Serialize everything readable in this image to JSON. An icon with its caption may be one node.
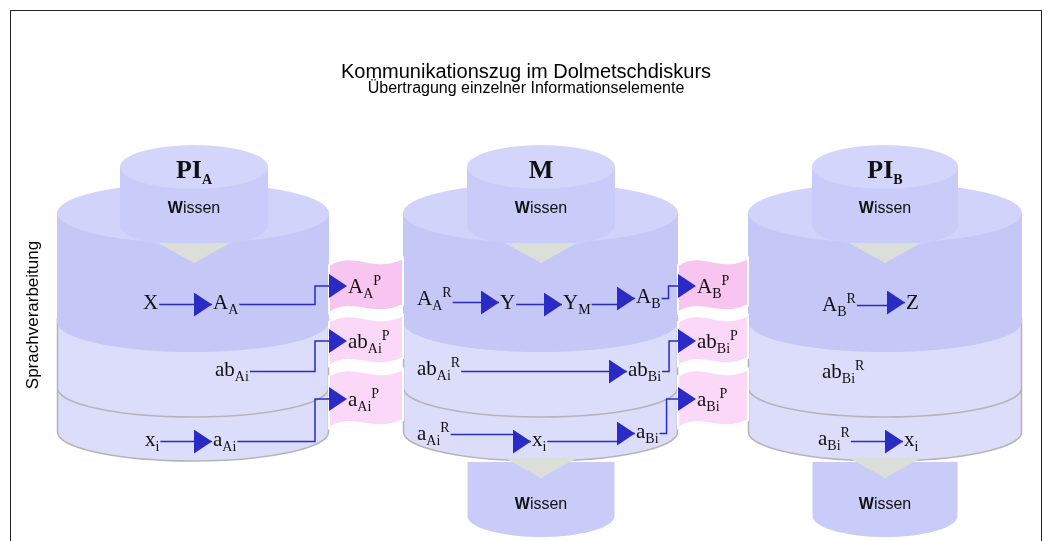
{
  "diagram": {
    "title": "Kommunikationszug im Dolmetschdiskurs",
    "nodes": [
      {
        "text": [
          "PI$_{A}$",
          "**W**issen"
        ]
      },
      {
        "text": [],
        "shape": "cylinder"
      },
      {
        "text": [
          "X"
        ],
        "in": 1
      },
      {
        "text": [
          "A$_{A}$"
        ],
        "in": 1
      },
      {
        "text": [],
        "shape": "cylinder"
      },
      {
        "text": [
          "ab$_{Ai}$"
        ],
        "in": 4
      },
      {
        "text": [],
        "shape": "cylinder"
      },
      {
        "text": [
          "x$_{i}$"
        ],
        "in": 6
      },
      {
        "text": [
          "a$_{Ai}$"
        ],
        "in": 6
      },
      {
        "text": [
          "A$_{A}$$^{P}$"
        ]
      },
      {
        "text": [
          "ab$_{Ai}$$^{P}$"
        ]
      },
      {
        "text": [
          "a$_{Ai}$$^{P}$"
        ]
      },
      {
        "text": [
          "M",
          "**W**issen"
        ]
      },
      {
        "text": [],
        "shape": "cylinder"
      },
      {
        "text": [
          "A$_{A}$$^{R}$"
        ],
        "in": 13
      },
      {
        "text": [
          "Y"
        ],
        "in": 13
      },
      {
        "text": [
          "Y$_{M}$"
        ],
        "in": 13
      },
      {
        "text": [
          "A$_{B}$"
        ],
        "in": 13
      },
      {
        "text": [],
        "shape": "cylinder"
      },
      {
        "text": [
          "ab$_{Ai}$$^{R}$"
        ],
        "in": 18
      },
      {
        "text": [
          "ab$_{Bi}$"
        ],
        "in": 18
      },
      {
        "text": [],
        "shape": "cylinder"
      },
      {
        "text": [
          "a$_{Ai}$$^{R}$"
        ],
        "in": 21
      },
      {
        "text": [
          "x$_{i}$"
        ],
        "in": 21
      },
      {
        "text": [
          "a$_{Bi}$"
        ],
        "in": 21
      },
      {
        "text": [
          "**W**issen"
        ]
      },
      {
        "text": [
          "A$_{B}$$^{P}$"
        ]
      },
      {
        "text": [
          "ab$_{Bi}$$^{P}$"
        ]
      },
      {
        "text": [
          "a$_{Bi}$$^{P}$"
        ]
      },
      {
        "text": [
          "PI$_{B}$",
          "**W**issen"
        ]
      },
      {
        "text": [],
        "shape": "cylinder"
      },
      {
        "text": [
          "A$_{B}$$^{R}$"
        ],
        "in": 30
      },
      {
        "text": [
          "Z"
        ],
        "in": 30
      },
      {
        "text": [],
        "shape": "cylinder"
      },
      {
        "text": [
          "ab$_{Bi}$$^{R}$"
        ],
        "in": 33
      },
      {
        "text": [],
        "shape": "cylinder"
      },
      {
        "text": [
          "a$_{Bi}$$^{R}$"
        ],
        "in": 35
      },
      {
        "text": [
          "x$_{i}$"
        ],
        "in": 35
      },
      {
        "text": [
          "**W**issen"
        ]
      }
    ],
    "edges": [
      {
        "from": 0,
        "to": 1,
        "arrow": "to",
        "color": "#dcdeda"
      },
      {
        "from": 2,
        "to": 3,
        "arrow": "to"
      },
      {
        "from": 3,
        "to": 9,
        "arrow": "to"
      },
      {
        "from": 5,
        "to": 10,
        "arrow": "to"
      },
      {
        "from": 7,
        "to": 8,
        "arrow": "to"
      },
      {
        "from": 8,
        "to": 11,
        "arrow": "to"
      },
      {
        "from": 12,
        "to": 13,
        "arrow": "to",
        "color": "#dcdeda"
      },
      {
        "from": 14,
        "to": 15,
        "arrow": "to"
      },
      {
        "from": 15,
        "to": 16,
        "arrow": "to"
      },
      {
        "from": 16,
        "to": 17,
        "arrow": "to"
      },
      {
        "from": 17,
        "to": 26,
        "arrow": "to"
      },
      {
        "from": 19,
        "to": 20,
        "arrow": "to"
      },
      {
        "from": 20,
        "to": 27,
        "arrow": "to"
      },
      {
        "from": 22,
        "to": 23,
        "arrow": "to"
      },
      {
        "from": 23,
        "to": 24,
        "arrow": "to"
      },
      {
        "from": 24,
        "to": 28,
        "arrow": "to"
      },
      {
        "from": 21,
        "to": 25,
        "arrow": "to",
        "color": "#dcdeda"
      },
      {
        "from": 29,
        "to": 30,
        "arrow": "to",
        "color": "#dcdeda"
      },
      {
        "from": 31,
        "to": 32,
        "arrow": "to"
      },
      {
        "from": 36,
        "to": 37,
        "arrow": "to"
      },
      {
        "from": 35,
        "to": 38,
        "arrow": "to",
        "color": "#dcdeda"
      }
    ],
    "labels": [
      "Übertragung einzelner Informationselemente",
      "Sprachverarbeitung"
    ]
  }
}
